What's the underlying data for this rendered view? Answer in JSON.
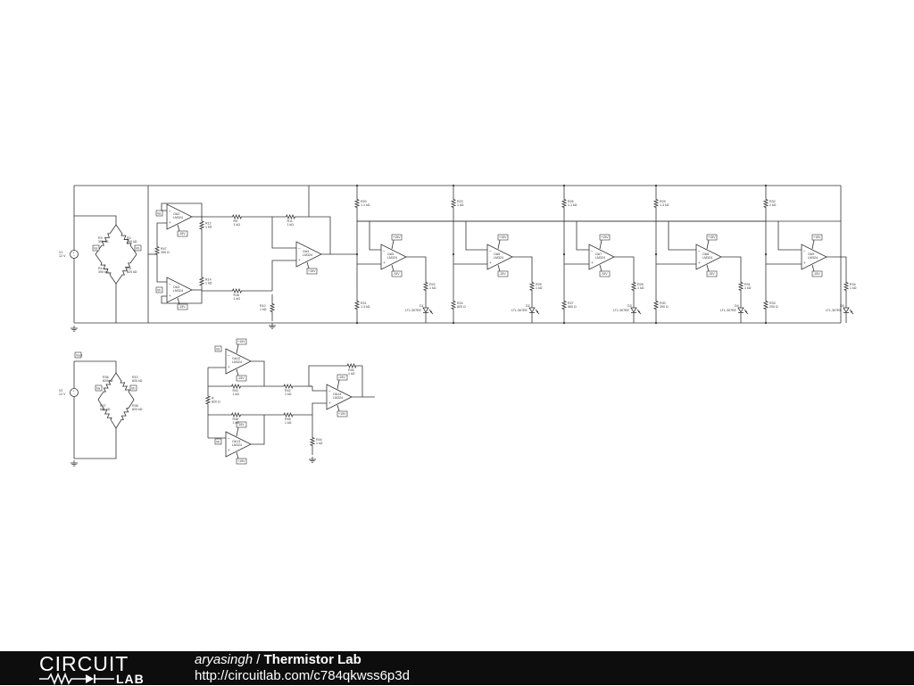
{
  "footer": {
    "logo_top": "CIRCUIT",
    "logo_bottom": "LAB",
    "username": "aryasingh",
    "separator": " / ",
    "title": "Thermistor Lab",
    "url": "http://circuitlab.com/c784qkwss6p3d"
  },
  "schematic": {
    "sources": [
      {
        "name": "V1",
        "value": "12 V"
      },
      {
        "name": "V2",
        "value": "12 V"
      }
    ],
    "bridge1": {
      "resistors": [
        {
          "name": "R3",
          "value": "390 kΩ"
        },
        {
          "name": "R2",
          "value": "390 kΩ"
        },
        {
          "name": "R4",
          "value": "390 kΩ"
        },
        {
          "name": "R5",
          "value": "820 kΩ"
        }
      ]
    },
    "bridge2": {
      "label": "Vout",
      "resistors": [
        {
          "name": "R36",
          "value": "820 kΩ"
        },
        {
          "name": "R10",
          "value": "820 kΩ"
        },
        {
          "name": "R37",
          "value": "820 kΩ"
        },
        {
          "name": "R38",
          "value": "820 kΩ"
        }
      ]
    },
    "front": {
      "opamps": [
        {
          "name": "OA2",
          "part": "LM324"
        },
        {
          "name": "OA3",
          "part": "LM324"
        },
        {
          "name": "OA4",
          "part": "LM324"
        }
      ],
      "resistors": [
        {
          "name": "R47",
          "value": "390 Ω"
        },
        {
          "name": "R12",
          "value": "1 kΩ"
        },
        {
          "name": "R14",
          "value": "1 kΩ"
        },
        {
          "name": "R9",
          "value": "1 kΩ"
        },
        {
          "name": "R16",
          "value": "1 kΩ"
        },
        {
          "name": "R11",
          "value": "1 kΩ"
        },
        {
          "name": "R10",
          "value": "1 kΩ"
        }
      ],
      "supply_pos": "+15V",
      "supply_neg": "-15V"
    },
    "stages": [
      {
        "opamp": "OA5",
        "part": "LM324",
        "r_top": {
          "name": "R20",
          "value": "1.1 kΩ"
        },
        "r_bot": {
          "name": "R21",
          "value": "1.3 kΩ"
        },
        "r_led": {
          "name": "R22",
          "value": "1 kΩ"
        },
        "led": {
          "name": "D1",
          "part": "LTL-307EE"
        }
      },
      {
        "opamp": "OA6",
        "part": "LM324",
        "r_top": {
          "name": "R23",
          "value": "1 kΩ"
        },
        "r_bot": {
          "name": "R24",
          "value": "820 Ω"
        },
        "r_led": {
          "name": "R25",
          "value": "1 kΩ"
        },
        "led": {
          "name": "D2",
          "part": "LTL-307EE"
        }
      },
      {
        "opamp": "OA7",
        "part": "LM324",
        "r_top": {
          "name": "R26",
          "value": "1.1 kΩ"
        },
        "r_bot": {
          "name": "R27",
          "value": "560 Ω"
        },
        "r_led": {
          "name": "R28",
          "value": "1 kΩ"
        },
        "led": {
          "name": "D3",
          "part": "LTL-307EE"
        }
      },
      {
        "opamp": "OA8",
        "part": "LM324",
        "r_top": {
          "name": "R29",
          "value": "1.3 kΩ"
        },
        "r_bot": {
          "name": "R30",
          "value": "390 Ω"
        },
        "r_led": {
          "name": "R31",
          "value": "1 kΩ"
        },
        "led": {
          "name": "D4",
          "part": "LTL-307EE"
        }
      },
      {
        "opamp": "OA9",
        "part": "LM324",
        "r_top": {
          "name": "R32",
          "value": "2 kΩ"
        },
        "r_bot": {
          "name": "R33",
          "value": "200 Ω"
        },
        "r_led": {
          "name": "R34",
          "value": "1 kΩ"
        },
        "led": {
          "name": "D5",
          "part": "LTL-307EE"
        }
      }
    ],
    "stage_supply_pos": "+15V",
    "stage_supply_neg": "-15V",
    "inamp": {
      "opamps": [
        {
          "name": "OA12",
          "part": "LM324"
        },
        {
          "name": "OA13",
          "part": "LM324"
        },
        {
          "name": "OA14",
          "part": "LM324"
        }
      ],
      "resistors": [
        {
          "name": "R",
          "value": "820 Ω"
        },
        {
          "name": "R41",
          "value": "1 kΩ"
        },
        {
          "name": "R46",
          "value": "1 kΩ"
        },
        {
          "name": "R42",
          "value": "1 kΩ"
        },
        {
          "name": "R48",
          "value": "1 kΩ"
        },
        {
          "name": "R45",
          "value": "1 kΩ"
        },
        {
          "name": "R44",
          "value": "1 kΩ"
        }
      ],
      "supply_pos": "+15V",
      "supply_neg": "-15V"
    }
  }
}
